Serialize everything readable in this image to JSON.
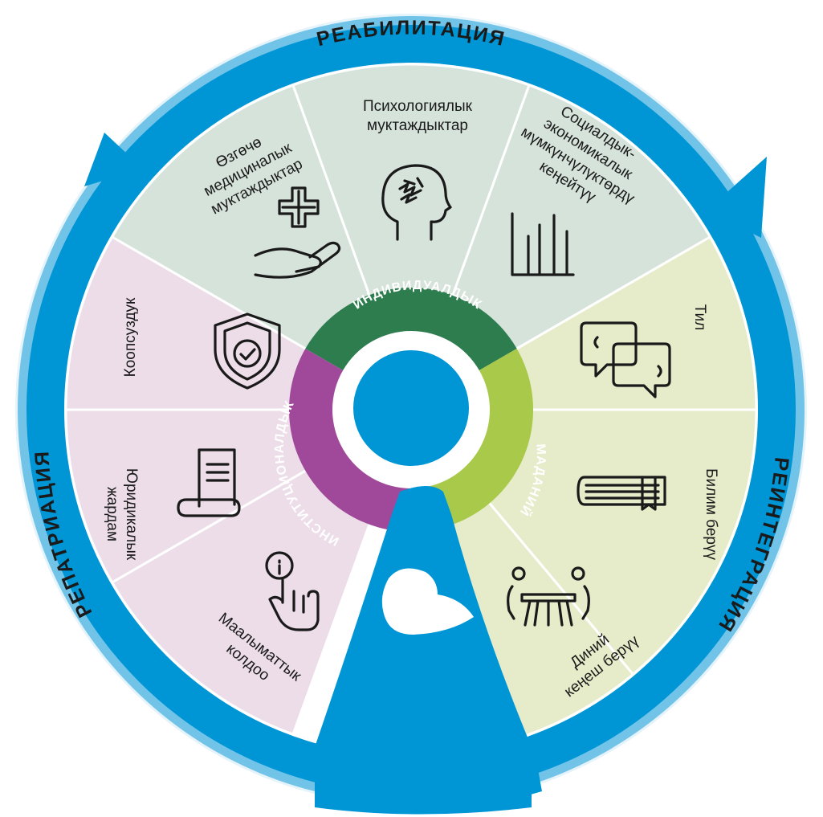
{
  "outer_ring": {
    "top": "РЕАБИЛИТАЦИЯ",
    "right": "РЕИНТЕГРАЦИЯ",
    "left": "РЕПАТРИАЦИЯ"
  },
  "inner_ring": {
    "top": "ИНДИВИДУАЛДЫК",
    "right": "МАДАНИЙ",
    "left": "ИНСТИТУЦИОНАЛДЫК"
  },
  "segments": {
    "medical": [
      "Өзгөчө",
      "медициналык",
      "муктаждыктар"
    ],
    "psych": [
      "Психологиялык",
      "муктаждыктар"
    ],
    "social": [
      "Социалдык-",
      "экономикалык",
      "мүмкүнчүлүктөрдү",
      "кеңейтүү"
    ],
    "language": [
      "Тил"
    ],
    "education": [
      "Билим берүү"
    ],
    "religious": [
      "Диний",
      "кеңеш берүү"
    ],
    "info": [
      "Маалыматтык",
      "колдоо"
    ],
    "legal": [
      "Юридикалык",
      "жардам"
    ],
    "security": [
      "Коопсуздук"
    ]
  },
  "colors": {
    "blue": "#0096d6",
    "green_dark": "#2e7d4f",
    "green_light": "#a8c94a",
    "purple": "#a0489a",
    "seg_grey_green": "#d6e3db",
    "seg_light_green": "#e6ecc9",
    "seg_pink": "#ecdde8"
  }
}
